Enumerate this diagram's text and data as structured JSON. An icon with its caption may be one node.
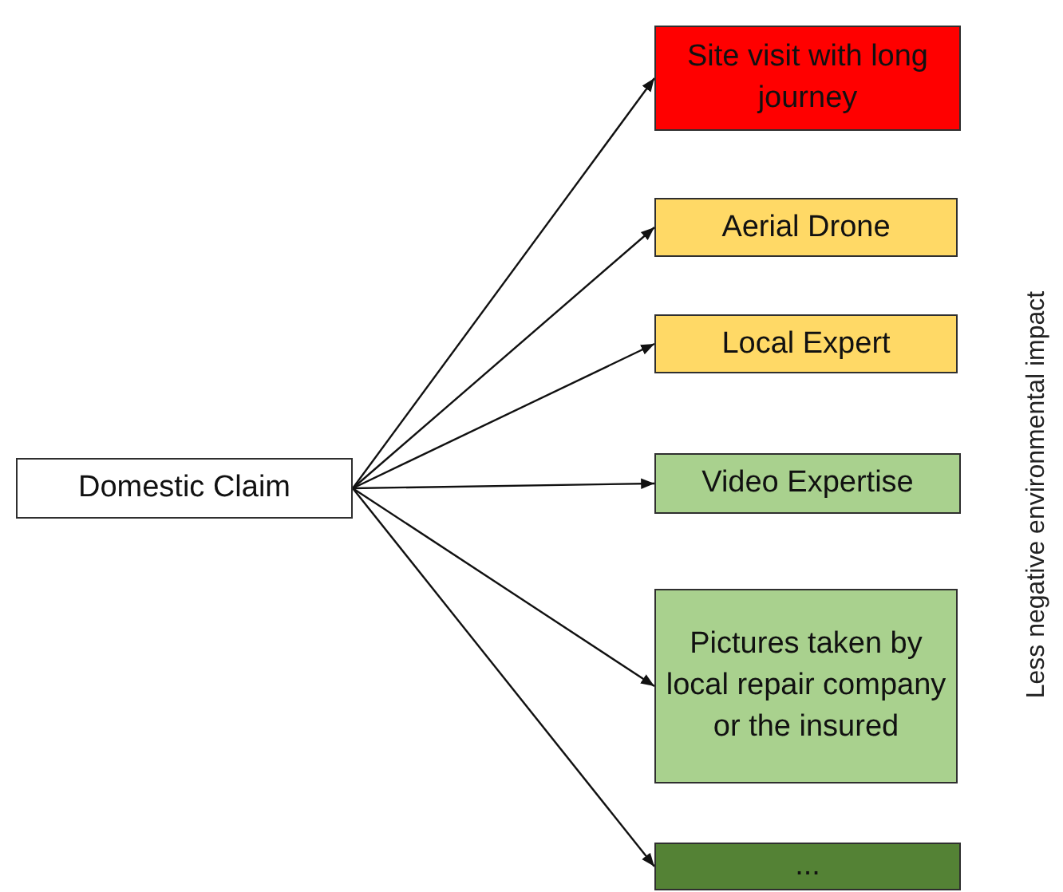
{
  "diagram": {
    "nodes": [
      {
        "text": [
          "Domestic Claim"
        ]
      },
      {
        "text": [
          "Site visit with long journey"
        ]
      },
      {
        "text": [
          "Aerial Drone"
        ]
      },
      {
        "text": [
          "Local Expert"
        ]
      },
      {
        "text": [
          "Video Expertise"
        ]
      },
      {
        "text": [
          "Pictures taken by local repair company or the insured"
        ]
      },
      {
        "text": [
          "..."
        ]
      }
    ],
    "edges": [
      {
        "from": 0,
        "to": 1,
        "arrow": "to"
      },
      {
        "from": 0,
        "to": 2,
        "arrow": "to"
      },
      {
        "from": 0,
        "to": 3,
        "arrow": "to"
      },
      {
        "from": 0,
        "to": 4,
        "arrow": "to"
      },
      {
        "from": 0,
        "to": 5,
        "arrow": "to"
      },
      {
        "from": 0,
        "to": 6,
        "arrow": "to"
      }
    ],
    "labels": [
      "Less negative environmental impact"
    ]
  }
}
